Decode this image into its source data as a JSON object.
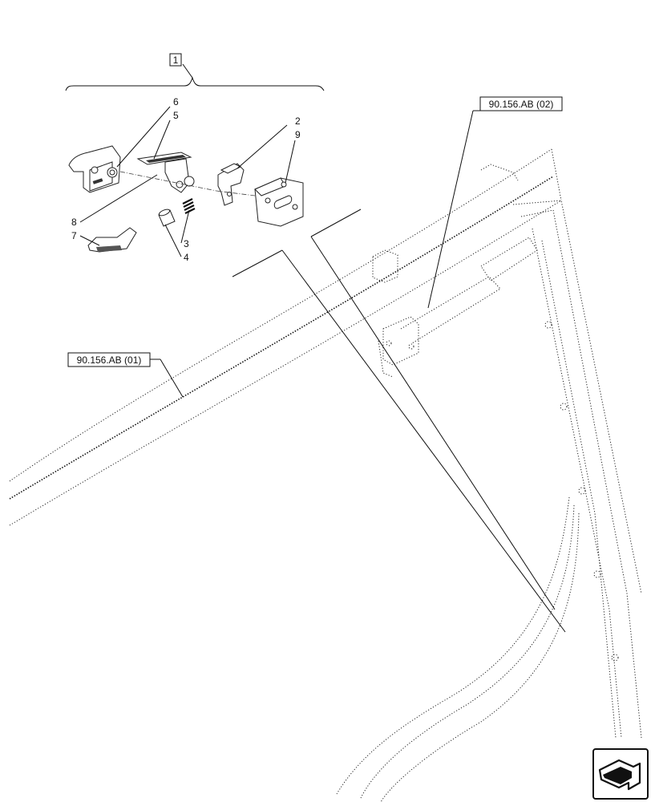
{
  "diagram": {
    "group_label": "1",
    "callouts": {
      "c2": "2",
      "c3": "3",
      "c4": "4",
      "c5": "5",
      "c6": "6",
      "c7": "7",
      "c8": "8",
      "c9": "9"
    },
    "refs": {
      "ref_01": "90.156.AB (01)",
      "ref_02": "90.156.AB (02)"
    },
    "nav_icon": "return-arrow-icon"
  }
}
